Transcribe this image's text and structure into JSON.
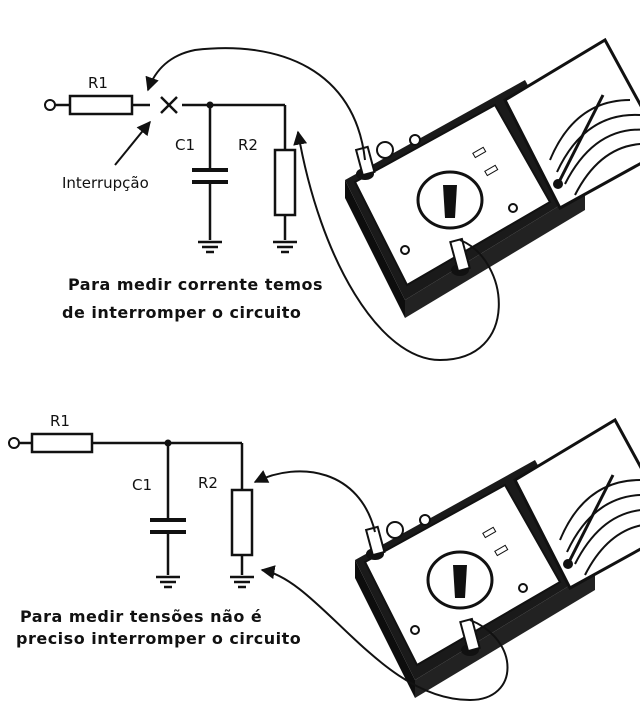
{
  "top_panel": {
    "r1_label": "R1",
    "c1_label": "C1",
    "r2_label": "R2",
    "break_label": "Interrupção",
    "caption_line1": "Para medir corrente temos",
    "caption_line2": "de interromper o circuito"
  },
  "bottom_panel": {
    "r1_label": "R1",
    "c1_label": "C1",
    "r2_label": "R2",
    "caption_line1": "Para medir tensões não é",
    "caption_line2": "preciso interromper o circuito"
  },
  "colors": {
    "ink": "#111111",
    "meter_body": "#1a1a1a",
    "paper": "#ffffff"
  }
}
